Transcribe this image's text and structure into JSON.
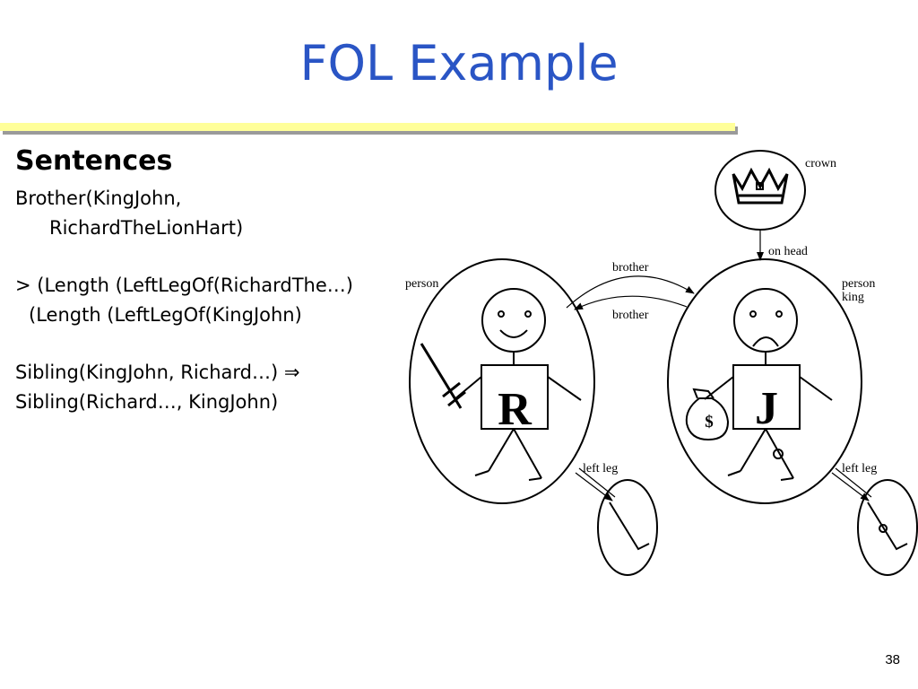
{
  "slide": {
    "title": "FOL Example",
    "page_number": "38"
  },
  "sentences": {
    "heading": "Sentences",
    "lines": [
      "Brother(KingJohn,",
      "RichardTheLionHart)",
      "> (Length (LeftLegOf(RichardThe…)",
      "(Length (LeftLegOf(KingJohn)",
      "Sibling(KingJohn, Richard…) ⇒",
      "Sibling(Richard…, KingJohn)"
    ]
  },
  "diagram": {
    "labels": {
      "crown": "crown",
      "on_head": "on head",
      "brother_top": "brother",
      "brother_bottom": "brother",
      "person_left": "person",
      "person_right": "person",
      "king_right": "king",
      "left_leg_left": "left leg",
      "left_leg_right": "left leg",
      "richard_letter": "R",
      "john_letter": "J",
      "money_symbol": "$"
    },
    "colors": {
      "title": "#2a55c5",
      "rule": "#ffff99",
      "ink": "#000000"
    }
  }
}
